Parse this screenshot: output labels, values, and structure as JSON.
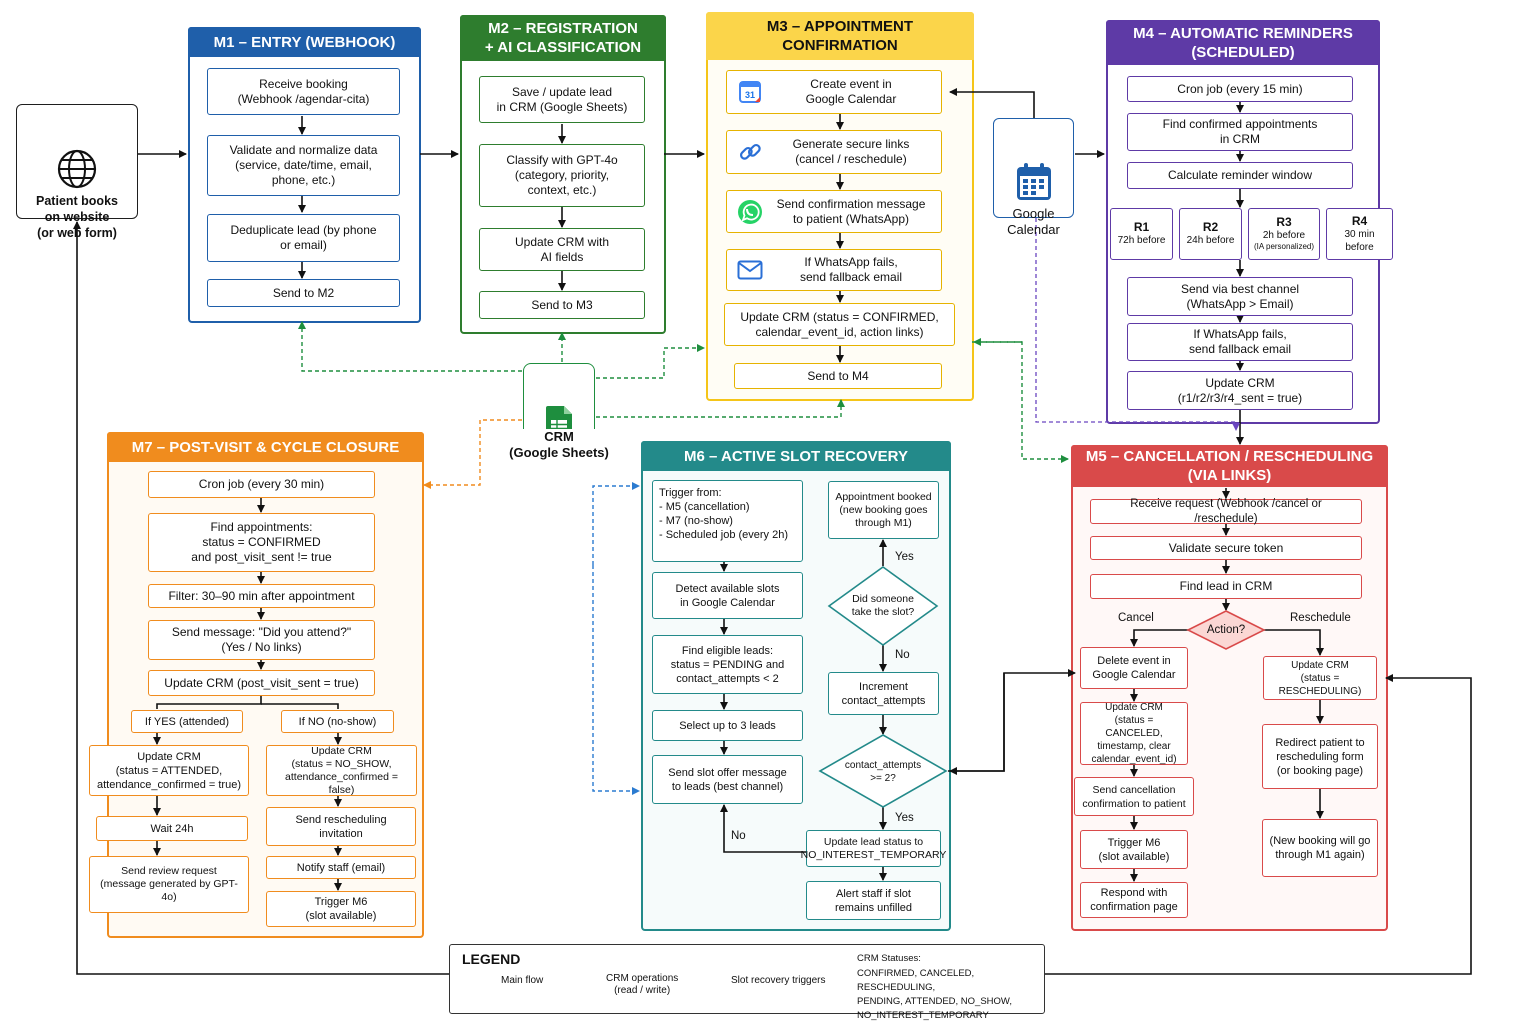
{
  "colors": {
    "m1": "#1f5faa",
    "m2": "#2e7d2e",
    "m3": "#f5c518",
    "m4": "#5e3aa6",
    "m5": "#d94a4a",
    "m6": "#238a8a",
    "m7": "#f08c1e",
    "crm_green": "#1e8e3e",
    "main_flow": "#111111",
    "slot_recovery": "#2b7bd0"
  },
  "patient": {
    "label": "Patient books\non website\n(or web form)",
    "icon": "globe-icon"
  },
  "google_calendar": {
    "label": "Google\nCalendar",
    "icon": "calendar-icon"
  },
  "crm": {
    "label": "CRM\n(Google Sheets)",
    "icon": "sheets-icon"
  },
  "m1": {
    "title": "M1 – ENTRY (WEBHOOK)",
    "steps": [
      "Receive booking\n(Webhook /agendar-cita)",
      "Validate and normalize data\n(service, date/time, email,\nphone, etc.)",
      "Deduplicate lead (by phone\nor email)",
      "Send to M2"
    ]
  },
  "m2": {
    "title": "M2 – REGISTRATION\n+ AI CLASSIFICATION",
    "steps": [
      "Save / update lead\nin CRM (Google Sheets)",
      "Classify with GPT-4o\n(category, priority,\ncontext, etc.)",
      "Update CRM with\nAI fields",
      "Send to M3"
    ]
  },
  "m3": {
    "title": "M3 – APPOINTMENT\nCONFIRMATION",
    "steps": [
      {
        "text": "Create event in\nGoogle Calendar",
        "icon": "google-calendar-icon"
      },
      {
        "text": "Generate secure links\n(cancel / reschedule)",
        "icon": "link-icon"
      },
      {
        "text": "Send confirmation message\nto patient (WhatsApp)",
        "icon": "whatsapp-icon"
      },
      {
        "text": "If WhatsApp fails,\nsend fallback email",
        "icon": "email-icon"
      },
      {
        "text": "Update CRM (status = CONFIRMED,\ncalendar_event_id, action links)"
      },
      {
        "text": "Send to M4"
      }
    ]
  },
  "m4": {
    "title": "M4 – AUTOMATIC REMINDERS\n(SCHEDULED)",
    "steps": [
      "Cron job (every 15 min)",
      "Find confirmed appointments\nin CRM",
      "Calculate reminder window",
      "Send via best channel\n(WhatsApp > Email)",
      "If WhatsApp fails,\nsend fallback email",
      "Update CRM\n(r1/r2/r3/r4_sent = true)"
    ],
    "reminders": [
      {
        "name": "R1",
        "desc": "72h before",
        "note": ""
      },
      {
        "name": "R2",
        "desc": "24h before",
        "note": ""
      },
      {
        "name": "R3",
        "desc": "2h before",
        "note": "(IA personalized)"
      },
      {
        "name": "R4",
        "desc": "30 min before",
        "note": ""
      }
    ]
  },
  "m5": {
    "title": "M5 – CANCELLATION / RESCHEDULING\n(VIA LINKS)",
    "steps": [
      "Receive request (Webhook /cancel or /reschedule)",
      "Validate secure token",
      "Find lead in CRM"
    ],
    "decision": "Action?",
    "cancel_label": "Cancel",
    "reschedule_label": "Reschedule",
    "cancel_steps": [
      "Delete event in\nGoogle Calendar",
      "Update CRM\n(status = CANCELED,\ntimestamp, clear\ncalendar_event_id)",
      "Send cancellation\nconfirmation to patient",
      "Trigger M6\n(slot available)",
      "Respond with\nconfirmation page"
    ],
    "reschedule_steps": [
      "Update CRM\n(status = RESCHEDULING)",
      "Redirect patient to\nrescheduling form\n(or booking page)",
      "(New booking will go\nthrough M1 again)"
    ]
  },
  "m6": {
    "title": "M6 – ACTIVE SLOT RECOVERY",
    "trigger": "Trigger from:\n- M5 (cancellation)\n- M7 (no-show)\n- Scheduled job (every 2h)",
    "steps": [
      "Detect available slots\nin Google Calendar",
      "Find eligible leads:\nstatus = PENDING and\ncontact_attempts < 2",
      "Select up to 3 leads",
      "Send slot offer message\nto leads (best channel)"
    ],
    "right_steps": [
      "Appointment booked\n(new booking goes\nthrough M1)",
      "Increment\ncontact_attempts",
      "Update lead status to\nNO_INTEREST_TEMPORARY",
      "Alert staff if slot\nremains unfilled"
    ],
    "decision_slot": "Did someone\ntake the slot?",
    "decision_attempts": "contact_attempts\n>= 2?",
    "yes_label": "Yes",
    "no_label": "No"
  },
  "m7": {
    "title": "M7 – POST-VISIT & CYCLE CLOSURE",
    "steps": [
      "Cron job (every 30 min)",
      "Find appointments:\nstatus = CONFIRMED\nand post_visit_sent != true",
      "Filter: 30–90 min after appointment",
      "Send message: \"Did you attend?\"\n(Yes / No links)",
      "Update CRM (post_visit_sent = true)"
    ],
    "yes_branch": "If YES (attended)",
    "no_branch": "If NO (no-show)",
    "yes_steps": [
      "Update CRM\n(status = ATTENDED,\nattendance_confirmed = true)",
      "Wait 24h",
      "Send review request\n(message generated by GPT-4o)"
    ],
    "no_steps": [
      "Update CRM\n(status = NO_SHOW,\nattendance_confirmed = false)",
      "Send rescheduling\ninvitation",
      "Notify staff (email)",
      "Trigger M6\n(slot available)"
    ]
  },
  "legend": {
    "title": "LEGEND",
    "main_flow": "Main flow",
    "crm_ops": "CRM operations\n(read / write)",
    "slot_triggers": "Slot recovery triggers",
    "statuses_title": "CRM Statuses:",
    "statuses": "CONFIRMED, CANCELED, RESCHEDULING,\nPENDING, ATTENDED, NO_SHOW,\nNO_INTEREST_TEMPORARY"
  }
}
